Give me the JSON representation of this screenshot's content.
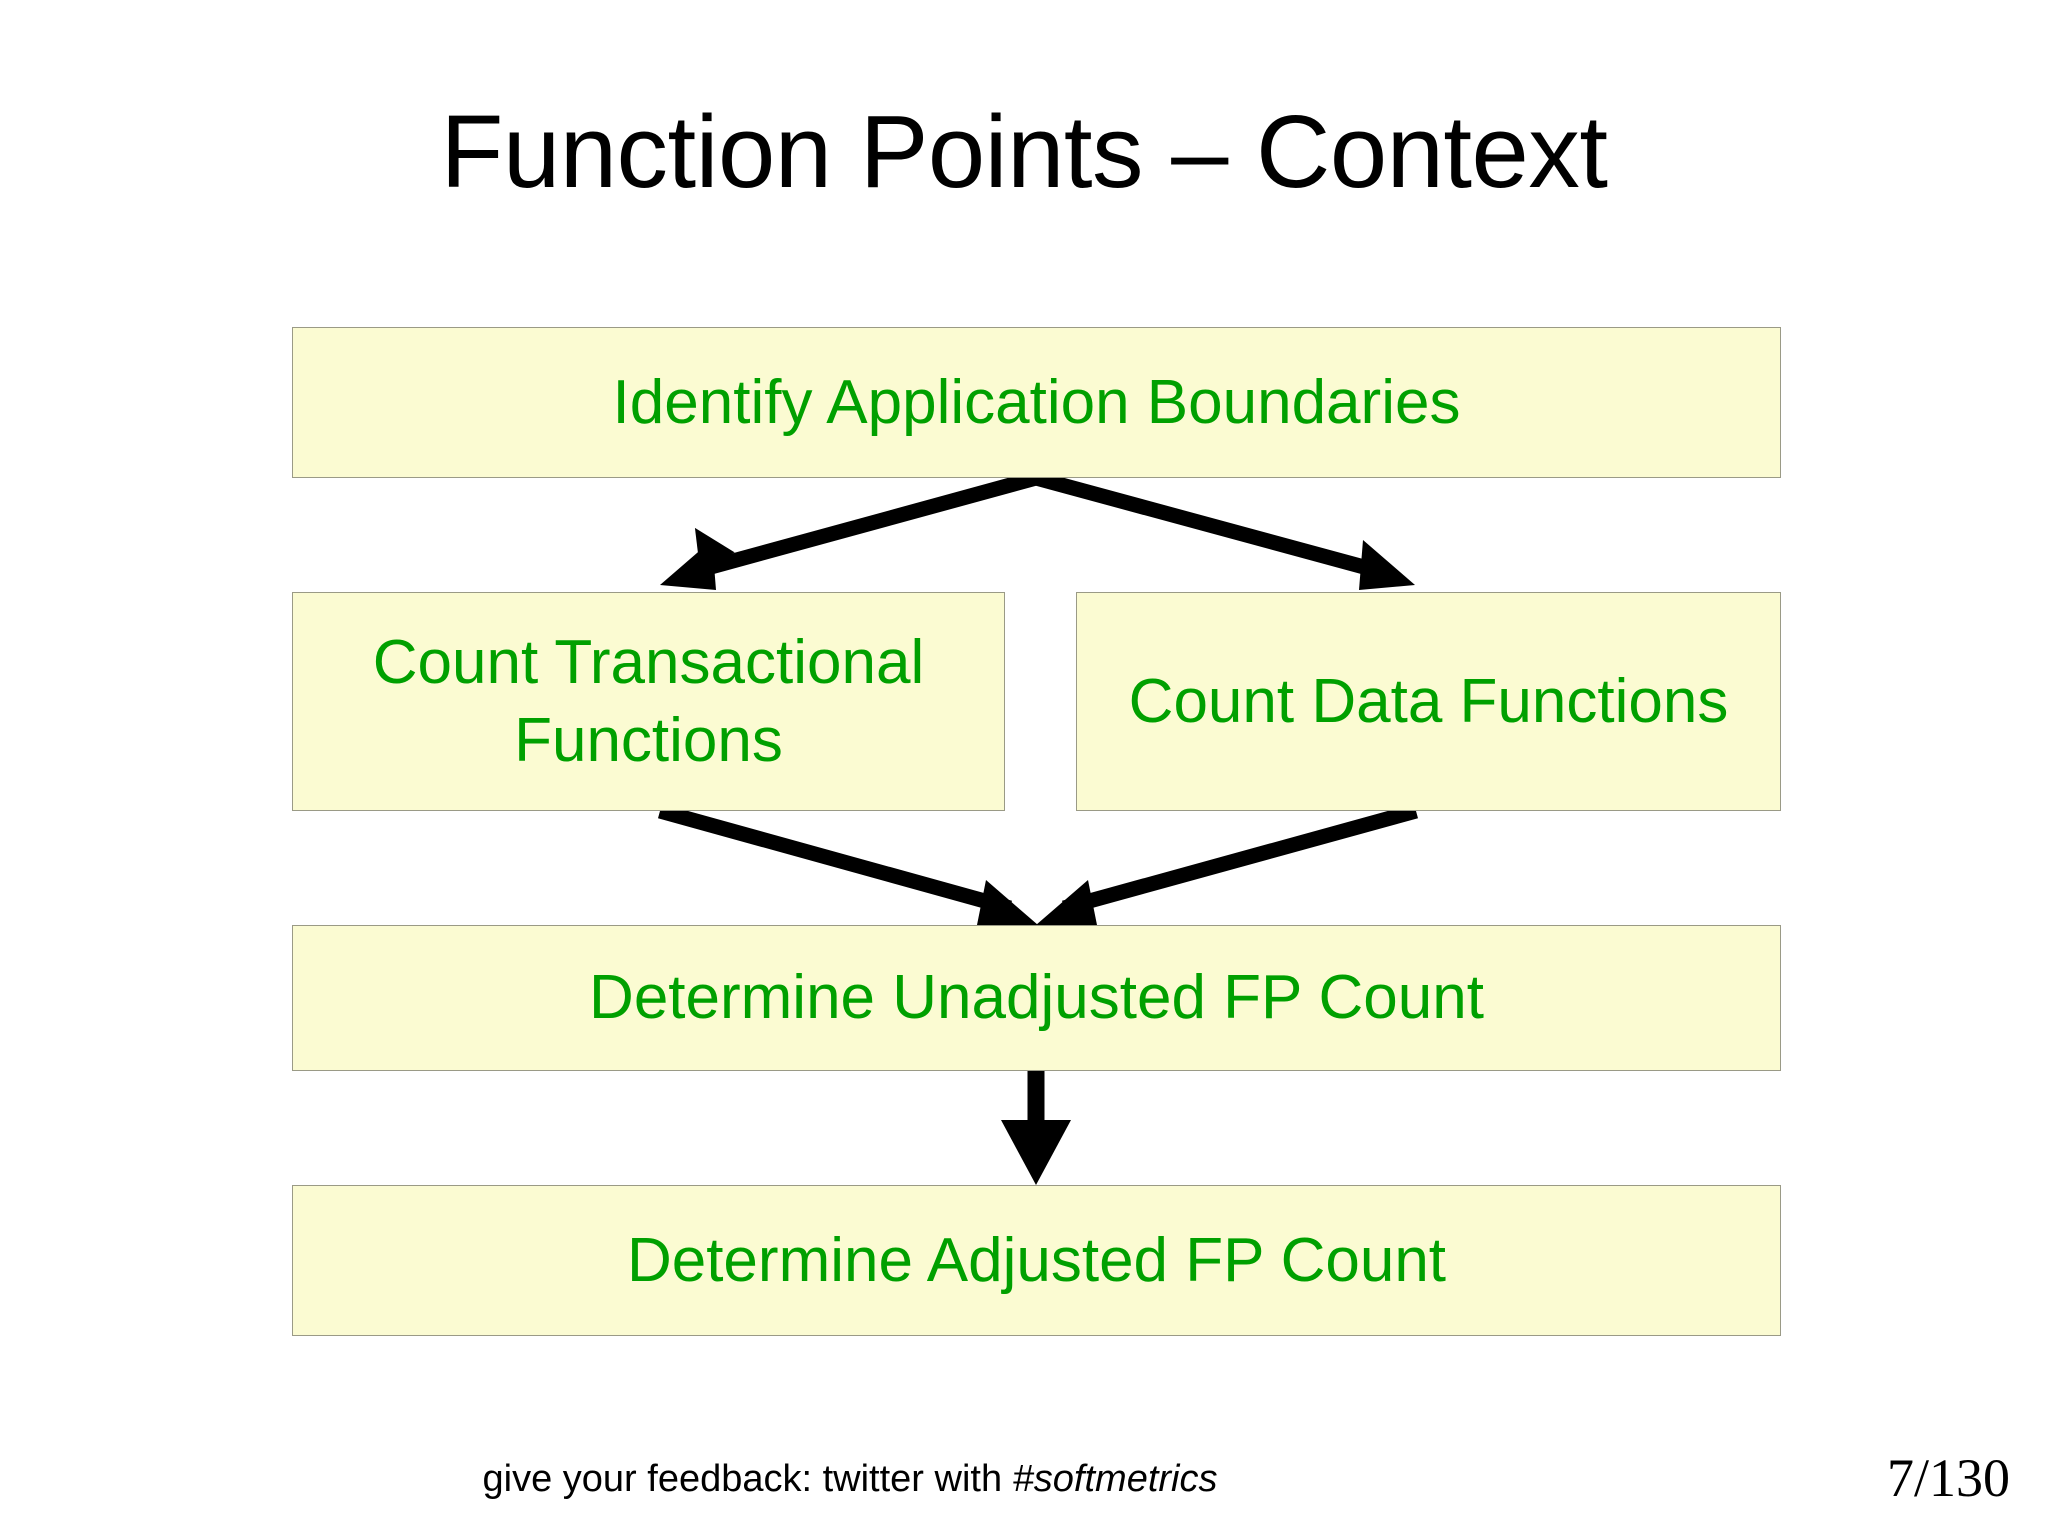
{
  "slide": {
    "title": "Function Points – Context",
    "background_color": "#ffffff"
  },
  "theme": {
    "box_fill": "#fbfbd2",
    "box_border": "#9a9a86",
    "box_text_color": "#00a000",
    "title_color": "#000000",
    "arrow_color": "#000000"
  },
  "diagram": {
    "type": "flowchart",
    "boxes": [
      {
        "id": "identify-boundaries",
        "label": "Identify Application Boundaries",
        "row": 1
      },
      {
        "id": "count-transactional",
        "label": "Count Transactional Functions",
        "row": 2
      },
      {
        "id": "count-data",
        "label": "Count Data Functions",
        "row": 2
      },
      {
        "id": "unadjusted-fp",
        "label": "Determine Unadjusted FP Count",
        "row": 3
      },
      {
        "id": "adjusted-fp",
        "label": "Determine Adjusted FP Count",
        "row": 4
      }
    ],
    "connections": [
      {
        "from": "identify-boundaries",
        "to": "count-transactional",
        "style": "diagonal-arrow"
      },
      {
        "from": "identify-boundaries",
        "to": "count-data",
        "style": "diagonal-arrow"
      },
      {
        "from": "count-transactional",
        "to": "unadjusted-fp",
        "style": "diagonal-arrow"
      },
      {
        "from": "count-data",
        "to": "unadjusted-fp",
        "style": "diagonal-arrow"
      },
      {
        "from": "unadjusted-fp",
        "to": "adjusted-fp",
        "style": "vertical-arrow"
      }
    ]
  },
  "footer": {
    "feedback_prefix": "give your feedback: twitter with ",
    "feedback_hashtag": "#softmetrics",
    "page_number": "7/130"
  }
}
